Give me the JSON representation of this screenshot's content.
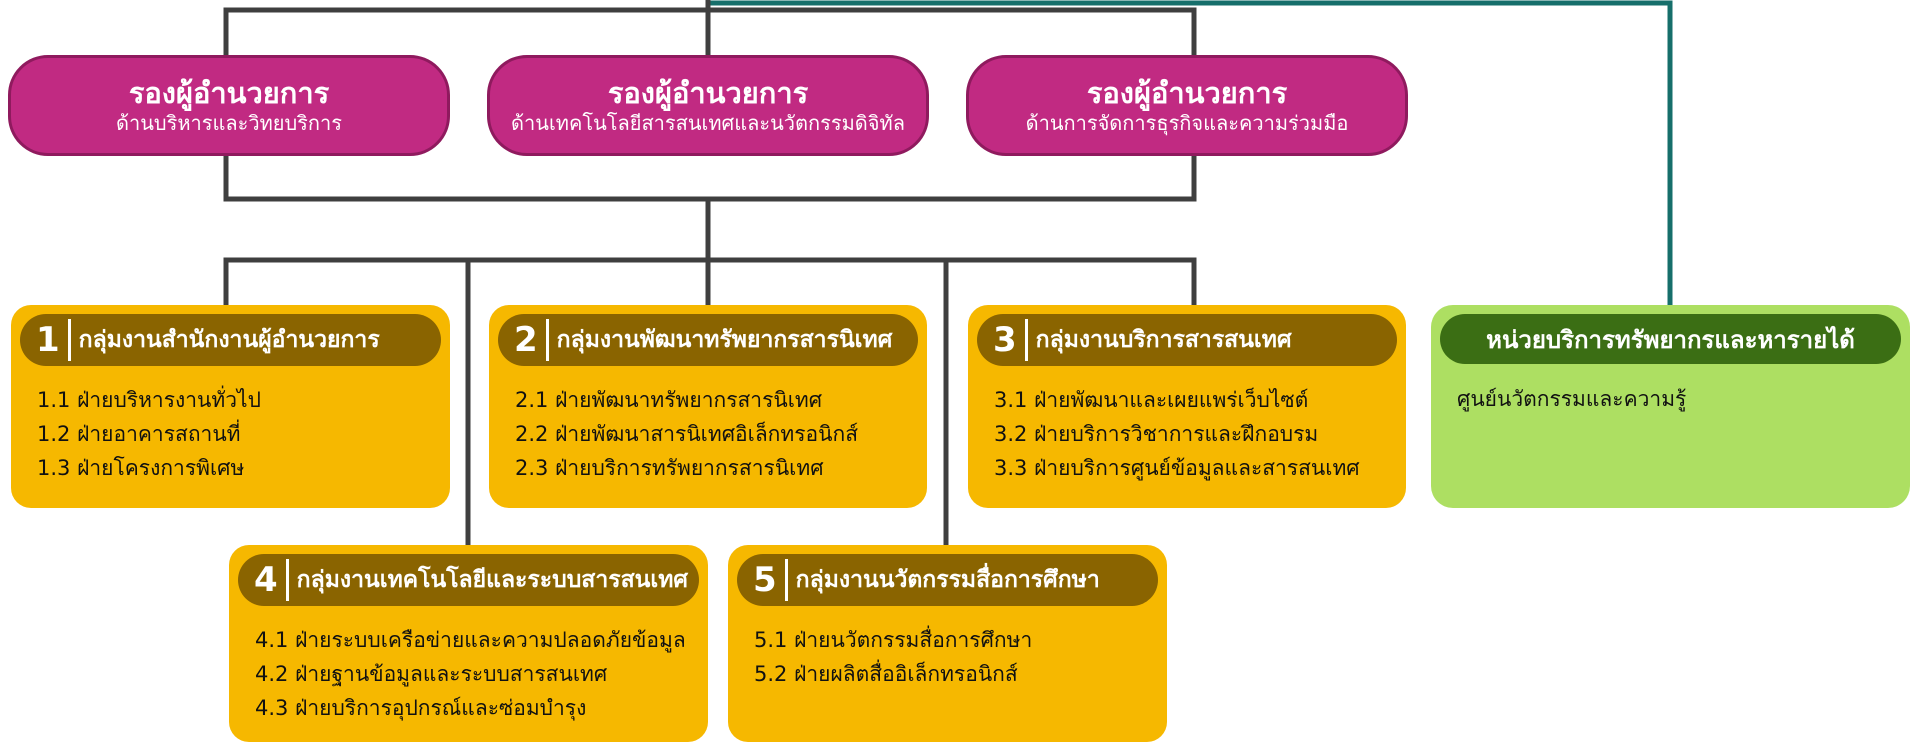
{
  "colors": {
    "vp_fill": "#c12a82",
    "group_fill": "#f6b800",
    "group_header": "#8a6400",
    "unit_fill": "#addf62",
    "unit_header": "#3b6e14",
    "line_dark": "#3f3f3f",
    "line_teal": "#166f6b"
  },
  "vice_directors": [
    {
      "title": "รองผู้อำนวยการ",
      "subtitle": "ด้านบริหารและวิทยบริการ"
    },
    {
      "title": "รองผู้อำนวยการ",
      "subtitle": "ด้านเทคโนโลยีสารสนเทศและนวัตกรรมดิจิทัล"
    },
    {
      "title": "รองผู้อำนวยการ",
      "subtitle": "ด้านการจัดการธุรกิจและความร่วมมือ"
    }
  ],
  "groups": [
    {
      "number": "1",
      "name": "กลุ่มงานสำนักงานผู้อำนวยการ",
      "items": [
        "1.1  ฝ่ายบริหารงานทั่วไป",
        "1.2  ฝ่ายอาคารสถานที่",
        "1.3  ฝ่ายโครงการพิเศษ"
      ]
    },
    {
      "number": "2",
      "name": "กลุ่มงานพัฒนาทรัพยากรสารนิเทศ",
      "items": [
        "2.1  ฝ่ายพัฒนาทรัพยากรสารนิเทศ",
        "2.2  ฝ่ายพัฒนาสารนิเทศอิเล็กทรอนิกส์",
        "2.3  ฝ่ายบริการทรัพยากรสารนิเทศ"
      ]
    },
    {
      "number": "3",
      "name": "กลุ่มงานบริการสารสนเทศ",
      "items": [
        "3.1  ฝ่ายพัฒนาและเผยแพร่เว็บไซต์",
        "3.2  ฝ่ายบริการวิชาการและฝึกอบรม",
        "3.3  ฝ่ายบริการศูนย์ข้อมูลและสารสนเทศ"
      ]
    },
    {
      "number": "4",
      "name": "กลุ่มงานเทคโนโลยีและระบบสารสนเทศ",
      "items": [
        "4.1  ฝ่ายระบบเครือข่ายและความปลอดภัยข้อมูล",
        "4.2  ฝ่ายฐานข้อมูลและระบบสารสนเทศ",
        "4.3  ฝ่ายบริการอุปกรณ์และซ่อมบำรุง"
      ]
    },
    {
      "number": "5",
      "name": "กลุ่มงานนวัตกรรมสื่อการศึกษา",
      "items": [
        "5.1  ฝ่ายนวัตกรรมสื่อการศึกษา",
        "5.2  ฝ่ายผลิตสื่ออิเล็กทรอนิกส์"
      ]
    }
  ],
  "revenue_unit": {
    "title": "หน่วยบริการทรัพยากรและหารายได้",
    "item": "ศูนย์นวัตกรรมและความรู้"
  }
}
